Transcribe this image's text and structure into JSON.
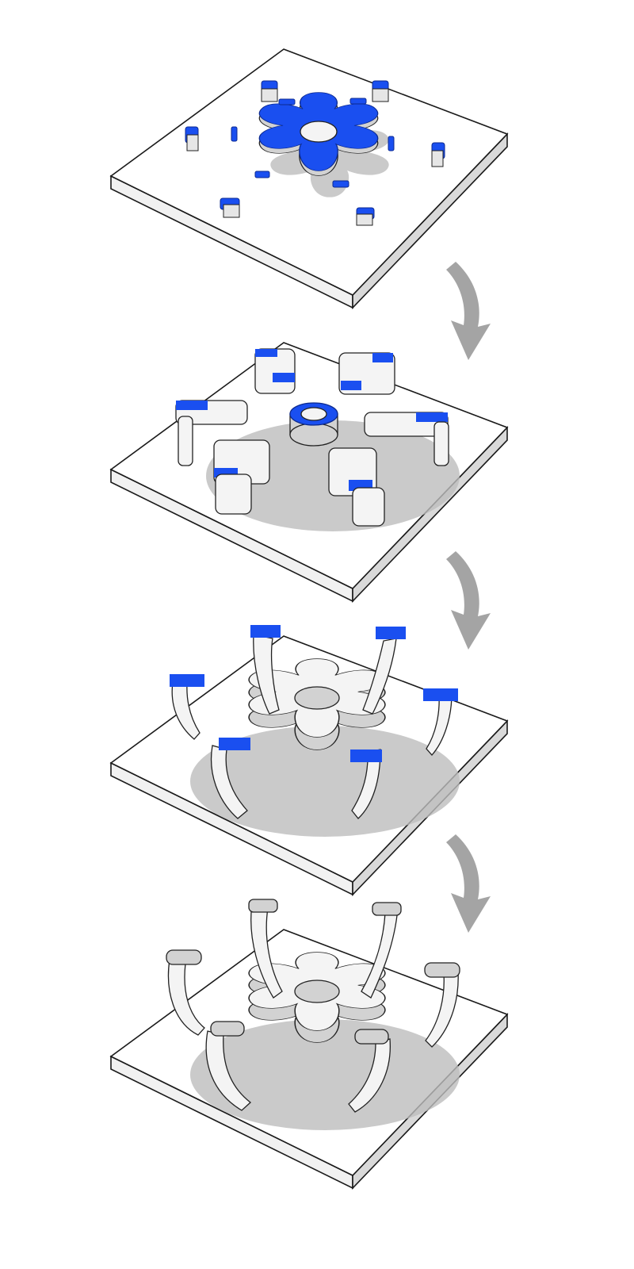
{
  "figure": {
    "stages": [
      {
        "id": 1,
        "highlight": true
      },
      {
        "id": 2,
        "highlight": true
      },
      {
        "id": 3,
        "highlight": true
      },
      {
        "id": 4,
        "highlight": false
      }
    ],
    "colors": {
      "highlight": "#1a4ff0",
      "part": "#f4f4f4",
      "part_shade": "#d2d2d2",
      "shadow": "#bdbdbd",
      "arrow": "#a4a4a4",
      "outline": "#1a1a1a"
    },
    "arrow_count": 3,
    "legs_per_stage": 6
  }
}
